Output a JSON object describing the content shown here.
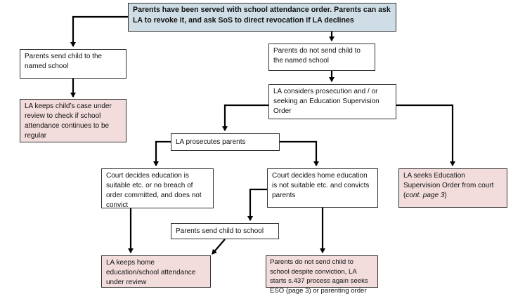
{
  "nodes": {
    "order": {
      "text": "Parents have been served with school attendance order. Parents can ask LA to revoke it, and ask SoS to direct revocation if LA declines",
      "style": "blue"
    },
    "send_named": {
      "text": "Parents send child to the named school",
      "style": "white"
    },
    "keeps_review": {
      "text": "LA keeps child’s case under review to check if school attendance continues to be regular",
      "style": "pink"
    },
    "not_send_named": {
      "text": "Parents do not send child to the named school",
      "style": "white"
    },
    "considers": {
      "text": "LA considers prosecution and / or seeking an Education Supervision Order",
      "style": "white"
    },
    "prosecutes": {
      "text": "LA prosecutes parents",
      "style": "white"
    },
    "court_suitable": {
      "text": "Court decides education is suitable etc. or no breach of order committed, and does not convict",
      "style": "white"
    },
    "court_not_suitable": {
      "text": "Court decides home education is not suitable etc. and convicts parents",
      "style": "white"
    },
    "seeks_eso": {
      "text": "LA seeks Education Supervision Order from court (",
      "italic": "cont. page 3",
      "after": ")",
      "style": "pink"
    },
    "send_school": {
      "text": "Parents send child to school",
      "style": "white"
    },
    "keeps_home_ed": {
      "text": "LA keeps home education/school attendance under review",
      "style": "pink"
    },
    "not_send_despite": {
      "text": "Parents do not send child to school despite conviction, LA starts s.437 process again seeks ESO (page 3) or parenting order",
      "style": "pink"
    }
  },
  "colors": {
    "blue_fill": "#cfdee6",
    "pink_fill": "#f2dcdc",
    "line": "#000000"
  }
}
